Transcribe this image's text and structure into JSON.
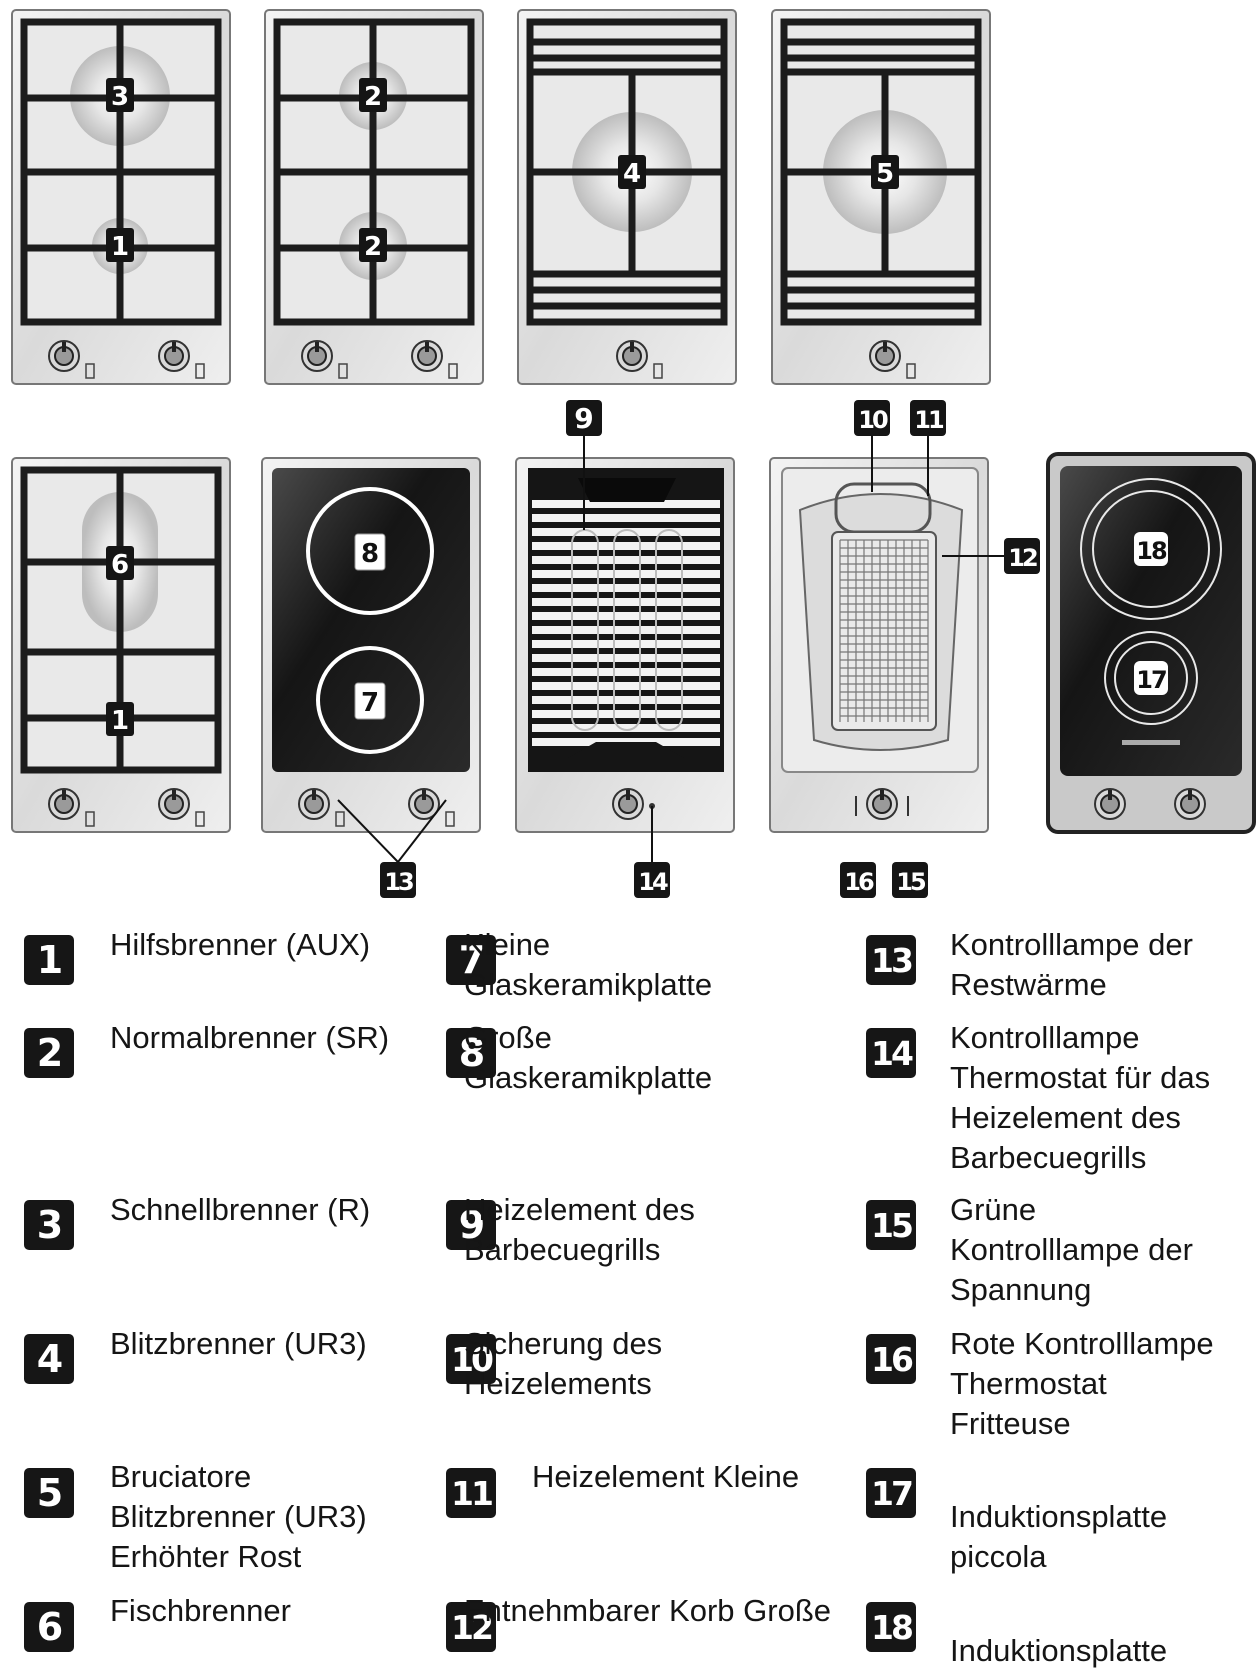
{
  "appliances": {
    "row1": [
      {
        "id": "hob-gas-aux-rapid",
        "markers": [
          "3",
          "1"
        ]
      },
      {
        "id": "hob-gas-semirapid",
        "markers": [
          "2",
          "2"
        ]
      },
      {
        "id": "hob-gas-wok",
        "markers": [
          "4"
        ]
      },
      {
        "id": "hob-gas-wok-raised",
        "markers": [
          "5"
        ]
      }
    ],
    "row2": [
      {
        "id": "hob-gas-fish",
        "markers": [
          "6",
          "1"
        ]
      },
      {
        "id": "hob-ceramic",
        "markers": [
          "8",
          "7"
        ]
      },
      {
        "id": "hob-bbq",
        "markers": [
          "9"
        ]
      },
      {
        "id": "hob-fryer",
        "markers": [
          "10",
          "11",
          "12"
        ]
      },
      {
        "id": "hob-induction",
        "markers": [
          "18",
          "17"
        ]
      }
    ],
    "callouts": [
      "9",
      "10",
      "11",
      "12",
      "13",
      "14",
      "16",
      "15"
    ]
  },
  "legend": {
    "col1": [
      {
        "num": "1",
        "text": "Hilfsbrenner (AUX)"
      },
      {
        "num": "2",
        "text": "Normalbrenner (SR)"
      },
      {
        "num": "3",
        "text": "Schnellbrenner (R)"
      },
      {
        "num": "4",
        "text": "Blitzbrenner (UR3)"
      },
      {
        "num": "5",
        "text": "Bruciatore\nBlitzbrenner (UR3)\nErhöhter Rost"
      },
      {
        "num": "6",
        "text": "Fischbrenner"
      }
    ],
    "col2": [
      {
        "num": "7",
        "text": "Kleine\n        Glaskeramikplatte"
      },
      {
        "num": "8",
        "text": "Große\n        Glaskeramikplatte"
      },
      {
        "num": "9",
        "text": "Heizelement  des\n        Barbecuegrills"
      },
      {
        "num": "10",
        "text": "Sicherung  des\n        Heizelements"
      },
      {
        "num": "11",
        "text": "Heizelement Kleine"
      },
      {
        "num": "12",
        "text": "Entnehmbarer Korb Große"
      }
    ],
    "col3": [
      {
        "num": "13",
        "text": "Kontrolllampe der\nRestwärme"
      },
      {
        "num": "14",
        "text": "Kontrolllampe\nThermostat für das\nHeizelement des\nBarbecuegrills"
      },
      {
        "num": "15",
        "text": "Grüne\nKontrolllampe der\nSpannung"
      },
      {
        "num": "16",
        "text": "Rote Kontrolllampe\nThermostat\nFritteuse"
      },
      {
        "num": "17",
        "text": "\nInduktionsplatte\npiccola"
      },
      {
        "num": "18",
        "text": "\nInduktionsplatte"
      }
    ]
  }
}
